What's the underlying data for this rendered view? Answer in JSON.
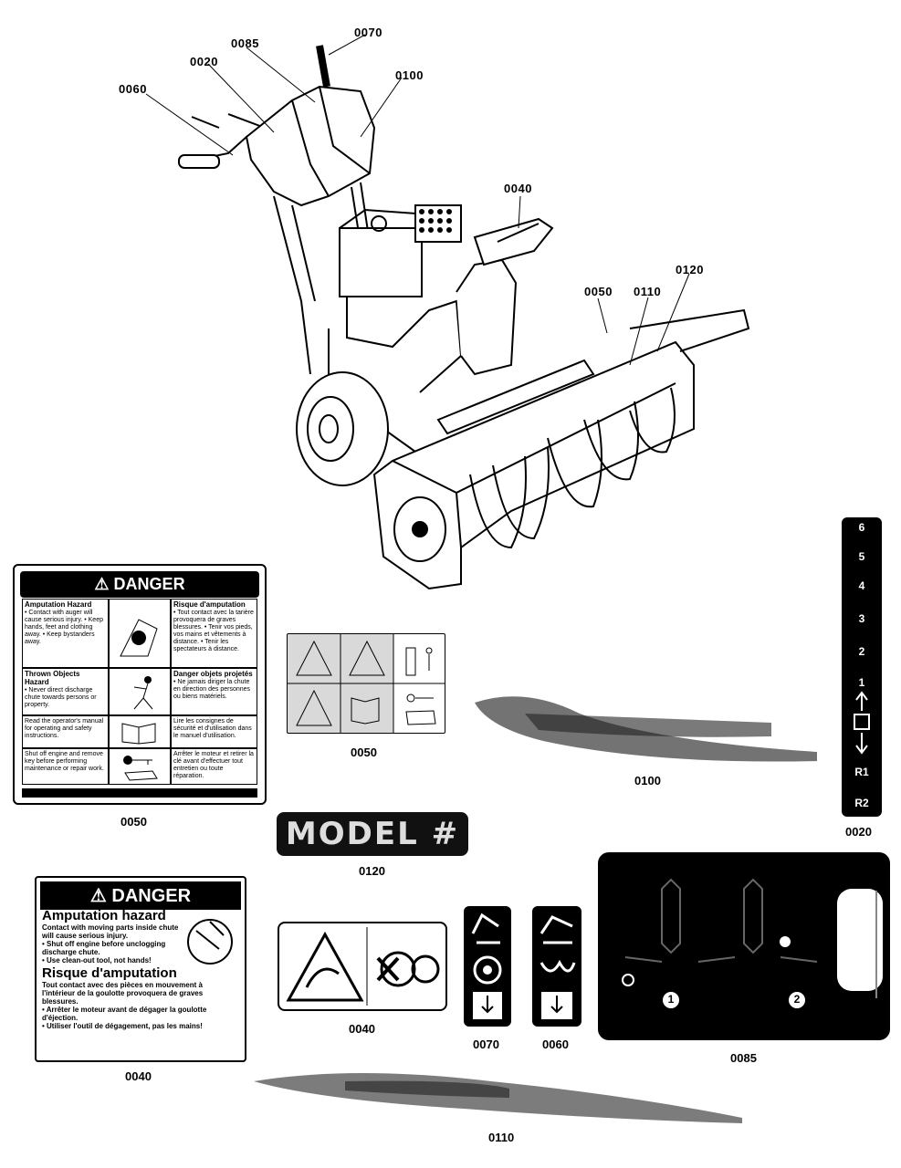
{
  "callouts": {
    "c0070": "0070",
    "c0085": "0085",
    "c0020": "0020",
    "c0100": "0100",
    "c0060": "0060",
    "c0040": "0040",
    "c0050": "0050",
    "c0110": "0110",
    "c0120": "0120"
  },
  "captions": {
    "decal_0050_big": "0050",
    "decal_0050_small": "0050",
    "decal_0100": "0100",
    "decal_0020": "0020",
    "decal_0120": "0120",
    "decal_0040_big": "0040",
    "decal_0040_small": "0040",
    "decal_0070": "0070",
    "decal_0060": "0060",
    "decal_0085": "0085",
    "decal_0110": "0110"
  },
  "danger1": {
    "header": "⚠ DANGER",
    "rows": [
      {
        "left_title": "Amputation Hazard",
        "left_text": "• Contact with auger will cause serious injury. • Keep hands, feet and clothing away. • Keep bystanders away.",
        "right_title": "Risque d'amputation",
        "right_text": "• Tout contact avec la tarière provoquera de graves blessures. • Tenir vos pieds, vos mains et vêtements à distance. • Tenir les spectateurs à distance."
      },
      {
        "left_title": "Thrown Objects Hazard",
        "left_text": "• Never direct discharge chute towards persons or property.",
        "right_title": "Danger objets projetés",
        "right_text": "• Ne jamais diriger la chute en direction des personnes ou biens matériels."
      },
      {
        "left_title": "",
        "left_text": "Read the operator's manual for operating and safety instructions.",
        "right_title": "",
        "right_text": "Lire les consignes de sécurité et d'utilisation dans le manuel d'utilisation."
      },
      {
        "left_title": "",
        "left_text": "Shut off engine and remove key before performing maintenance or repair work.",
        "right_title": "",
        "right_text": "Arrêter le moteur et retirer la clé avant d'effectuer tout entretien ou toute réparation."
      }
    ]
  },
  "danger2": {
    "header": "⚠ DANGER",
    "title_en": "Amputation hazard",
    "text_en": "Contact with moving parts inside chute will cause serious injury.",
    "bullets_en": [
      "• Shut off engine before unclogging discharge chute.",
      "• Use clean-out tool, not hands!"
    ],
    "title_fr": "Risque d'amputation",
    "text_fr": "Tout contact avec des pièces en mouvement à l'intérieur de la goulotte provoquera de graves blessures.",
    "bullets_fr": [
      "• Arrêter le moteur avant de dégager la goulotte d'éjection.",
      "• Utiliser l'outil de dégagement, pas les mains!"
    ]
  },
  "model_label": "MODEL #",
  "shift_positions": [
    "6",
    "5",
    "4",
    "3",
    "2",
    "1",
    "R1",
    "R2"
  ],
  "control_numbers": [
    "1",
    "2"
  ]
}
